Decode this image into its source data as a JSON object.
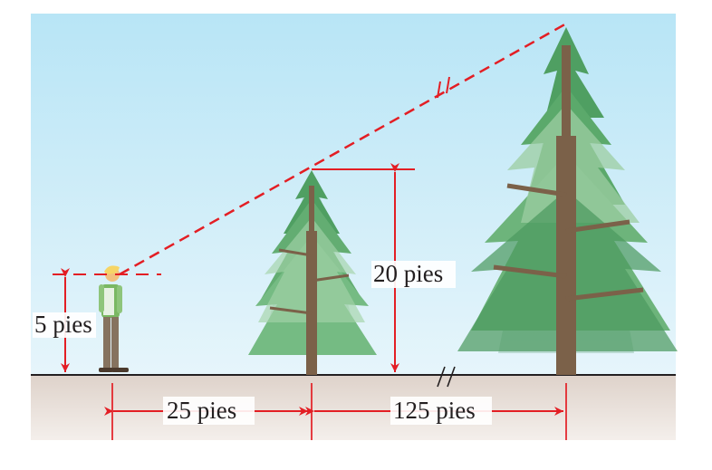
{
  "labels": {
    "person_height": "5 pies",
    "small_tree_height": "20 pies",
    "person_to_small_tree": "25 pies",
    "small_to_large_tree": "125 pies"
  },
  "colors": {
    "sky_top": "#b9e6f7",
    "sky_bottom": "#e5f4fa",
    "ground": "#e5dcd5",
    "ground_line": "#231f20",
    "measure_red": "#e31e24",
    "tree_dark": "#4f9f62",
    "tree_mid": "#6eb57c",
    "tree_light": "#9ccda2",
    "trunk": "#7b6149"
  },
  "icons": {
    "person": "person-icon",
    "small_tree": "small-tree-icon",
    "large_tree": "large-tree-icon",
    "break_mark": "break-mark-icon"
  }
}
